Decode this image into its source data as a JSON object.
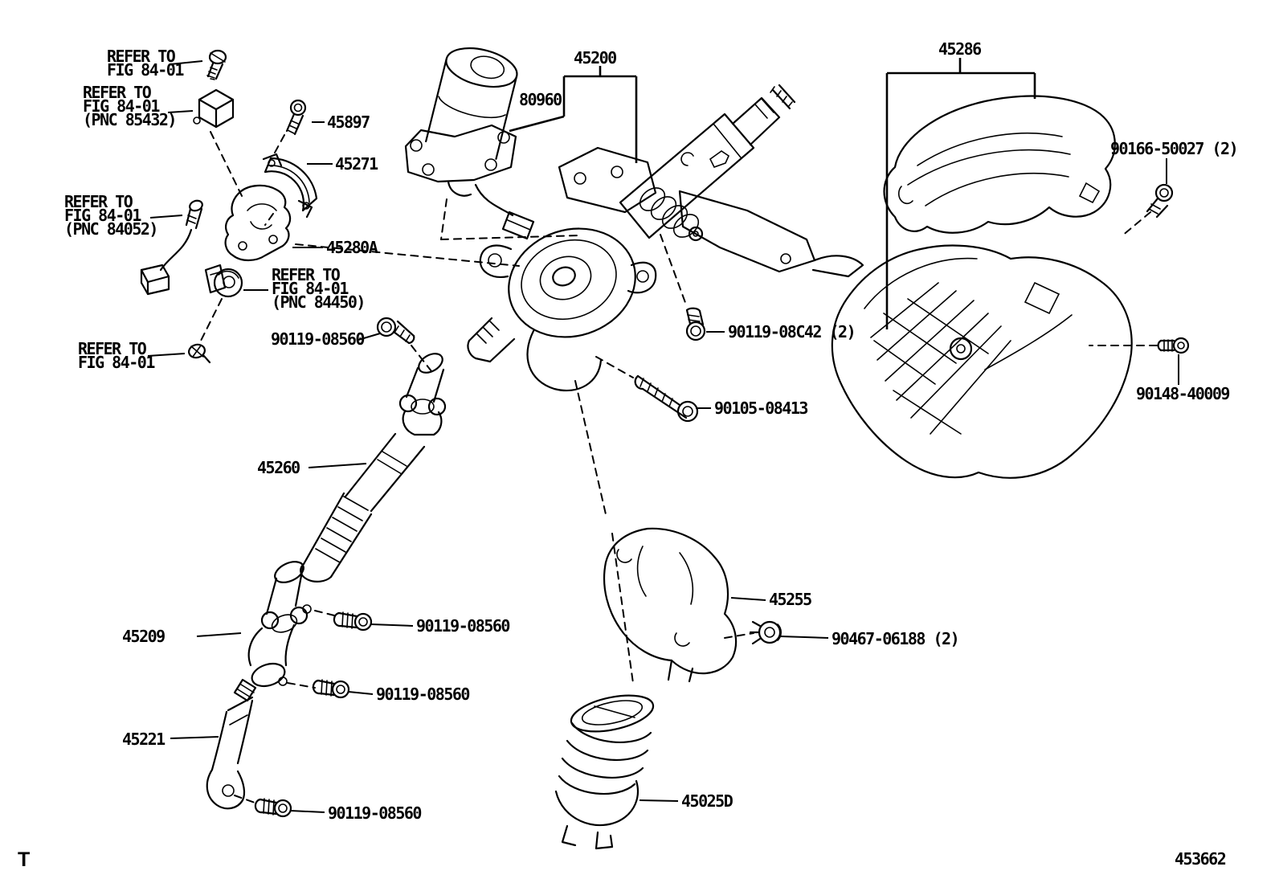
{
  "diagram": {
    "corner_mark": "T",
    "figure_number": "453662",
    "background_color": "#ffffff",
    "line_color": "#000000"
  },
  "labels": {
    "refer_fig": {
      "l1": "REFER TO",
      "l2": "FIG 84-01"
    },
    "refer_pnc_85432": {
      "l1": "REFER TO",
      "l2": "FIG 84-01",
      "l3": "(PNC 85432)"
    },
    "refer_pnc_84052": {
      "l1": "REFER TO",
      "l2": "FIG 84-01",
      "l3": "(PNC 84052)"
    },
    "refer_pnc_84450": {
      "l1": "REFER TO",
      "l2": "FIG 84-01",
      "l3": "(PNC 84450)"
    },
    "p45200": "45200",
    "p80960": "80960",
    "p45286": "45286",
    "p45897": "45897",
    "p45271": "45271",
    "p45280a": "45280A",
    "p45260": "45260",
    "p45209": "45209",
    "p45221": "45221",
    "p45255": "45255",
    "p45025d": "45025D",
    "p90119_08560": "90119-08560",
    "p90119_08c42": "90119-08C42 (2)",
    "p90105_08413": "90105-08413",
    "p90166_50027": "90166-50027 (2)",
    "p90148_40009": "90148-40009",
    "p90467_06188": "90467-06188 (2)"
  }
}
